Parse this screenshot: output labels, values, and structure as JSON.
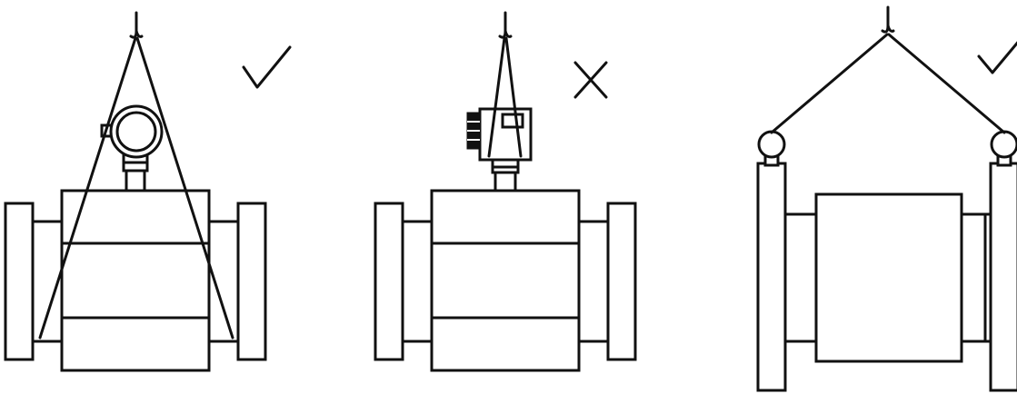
{
  "diagram": {
    "panels": [
      {
        "id": "sling-around-body",
        "verdict": "correct",
        "mark_icon": "check-mark-icon"
      },
      {
        "id": "lift-by-transmitter-housing",
        "verdict": "incorrect",
        "mark_icon": "cross-mark-icon"
      },
      {
        "id": "lift-by-flange-eyes",
        "verdict": "correct",
        "mark_icon": "check-mark-icon"
      }
    ],
    "colors": {
      "line": "#111111",
      "background": "#ffffff"
    }
  }
}
